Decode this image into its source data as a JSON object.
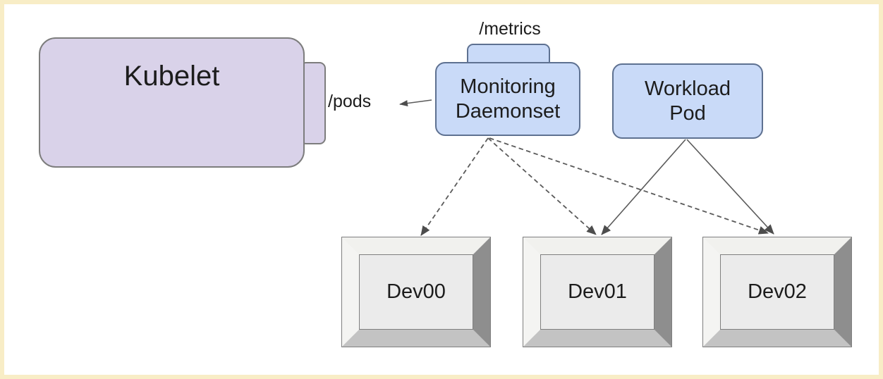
{
  "frame": {
    "border_color": "#f8edc6",
    "background_color": "#ffffff"
  },
  "nodes": {
    "kubelet": {
      "label": "Kubelet",
      "fill": "#d9d2e9",
      "border": "#7d7d7d"
    },
    "monitoring_daemonset": {
      "lines": [
        "Monitoring",
        "Daemonset"
      ],
      "fill": "#c9daf8",
      "border": "#5e7191"
    },
    "workload_pod": {
      "lines": [
        "Workload",
        "Pod"
      ],
      "fill": "#c9daf8",
      "border": "#5e7191"
    },
    "devices": [
      {
        "label": "Dev00"
      },
      {
        "label": "Dev01"
      },
      {
        "label": "Dev02"
      }
    ]
  },
  "endpoints": {
    "metrics_label": "/metrics",
    "pods_label": "/pods"
  },
  "edges": [
    {
      "from": "monitoring-daemonset",
      "to": "kubelet-pods-endpoint",
      "style": "solid-arrow"
    },
    {
      "from": "monitoring-daemonset",
      "to": "dev00",
      "style": "dashed-arrow"
    },
    {
      "from": "monitoring-daemonset",
      "to": "dev01",
      "style": "dashed-arrow"
    },
    {
      "from": "monitoring-daemonset",
      "to": "dev02",
      "style": "dashed-arrow"
    },
    {
      "from": "workload-pod",
      "to": "dev01",
      "style": "solid-arrow"
    },
    {
      "from": "workload-pod",
      "to": "dev02",
      "style": "solid-arrow"
    }
  ]
}
